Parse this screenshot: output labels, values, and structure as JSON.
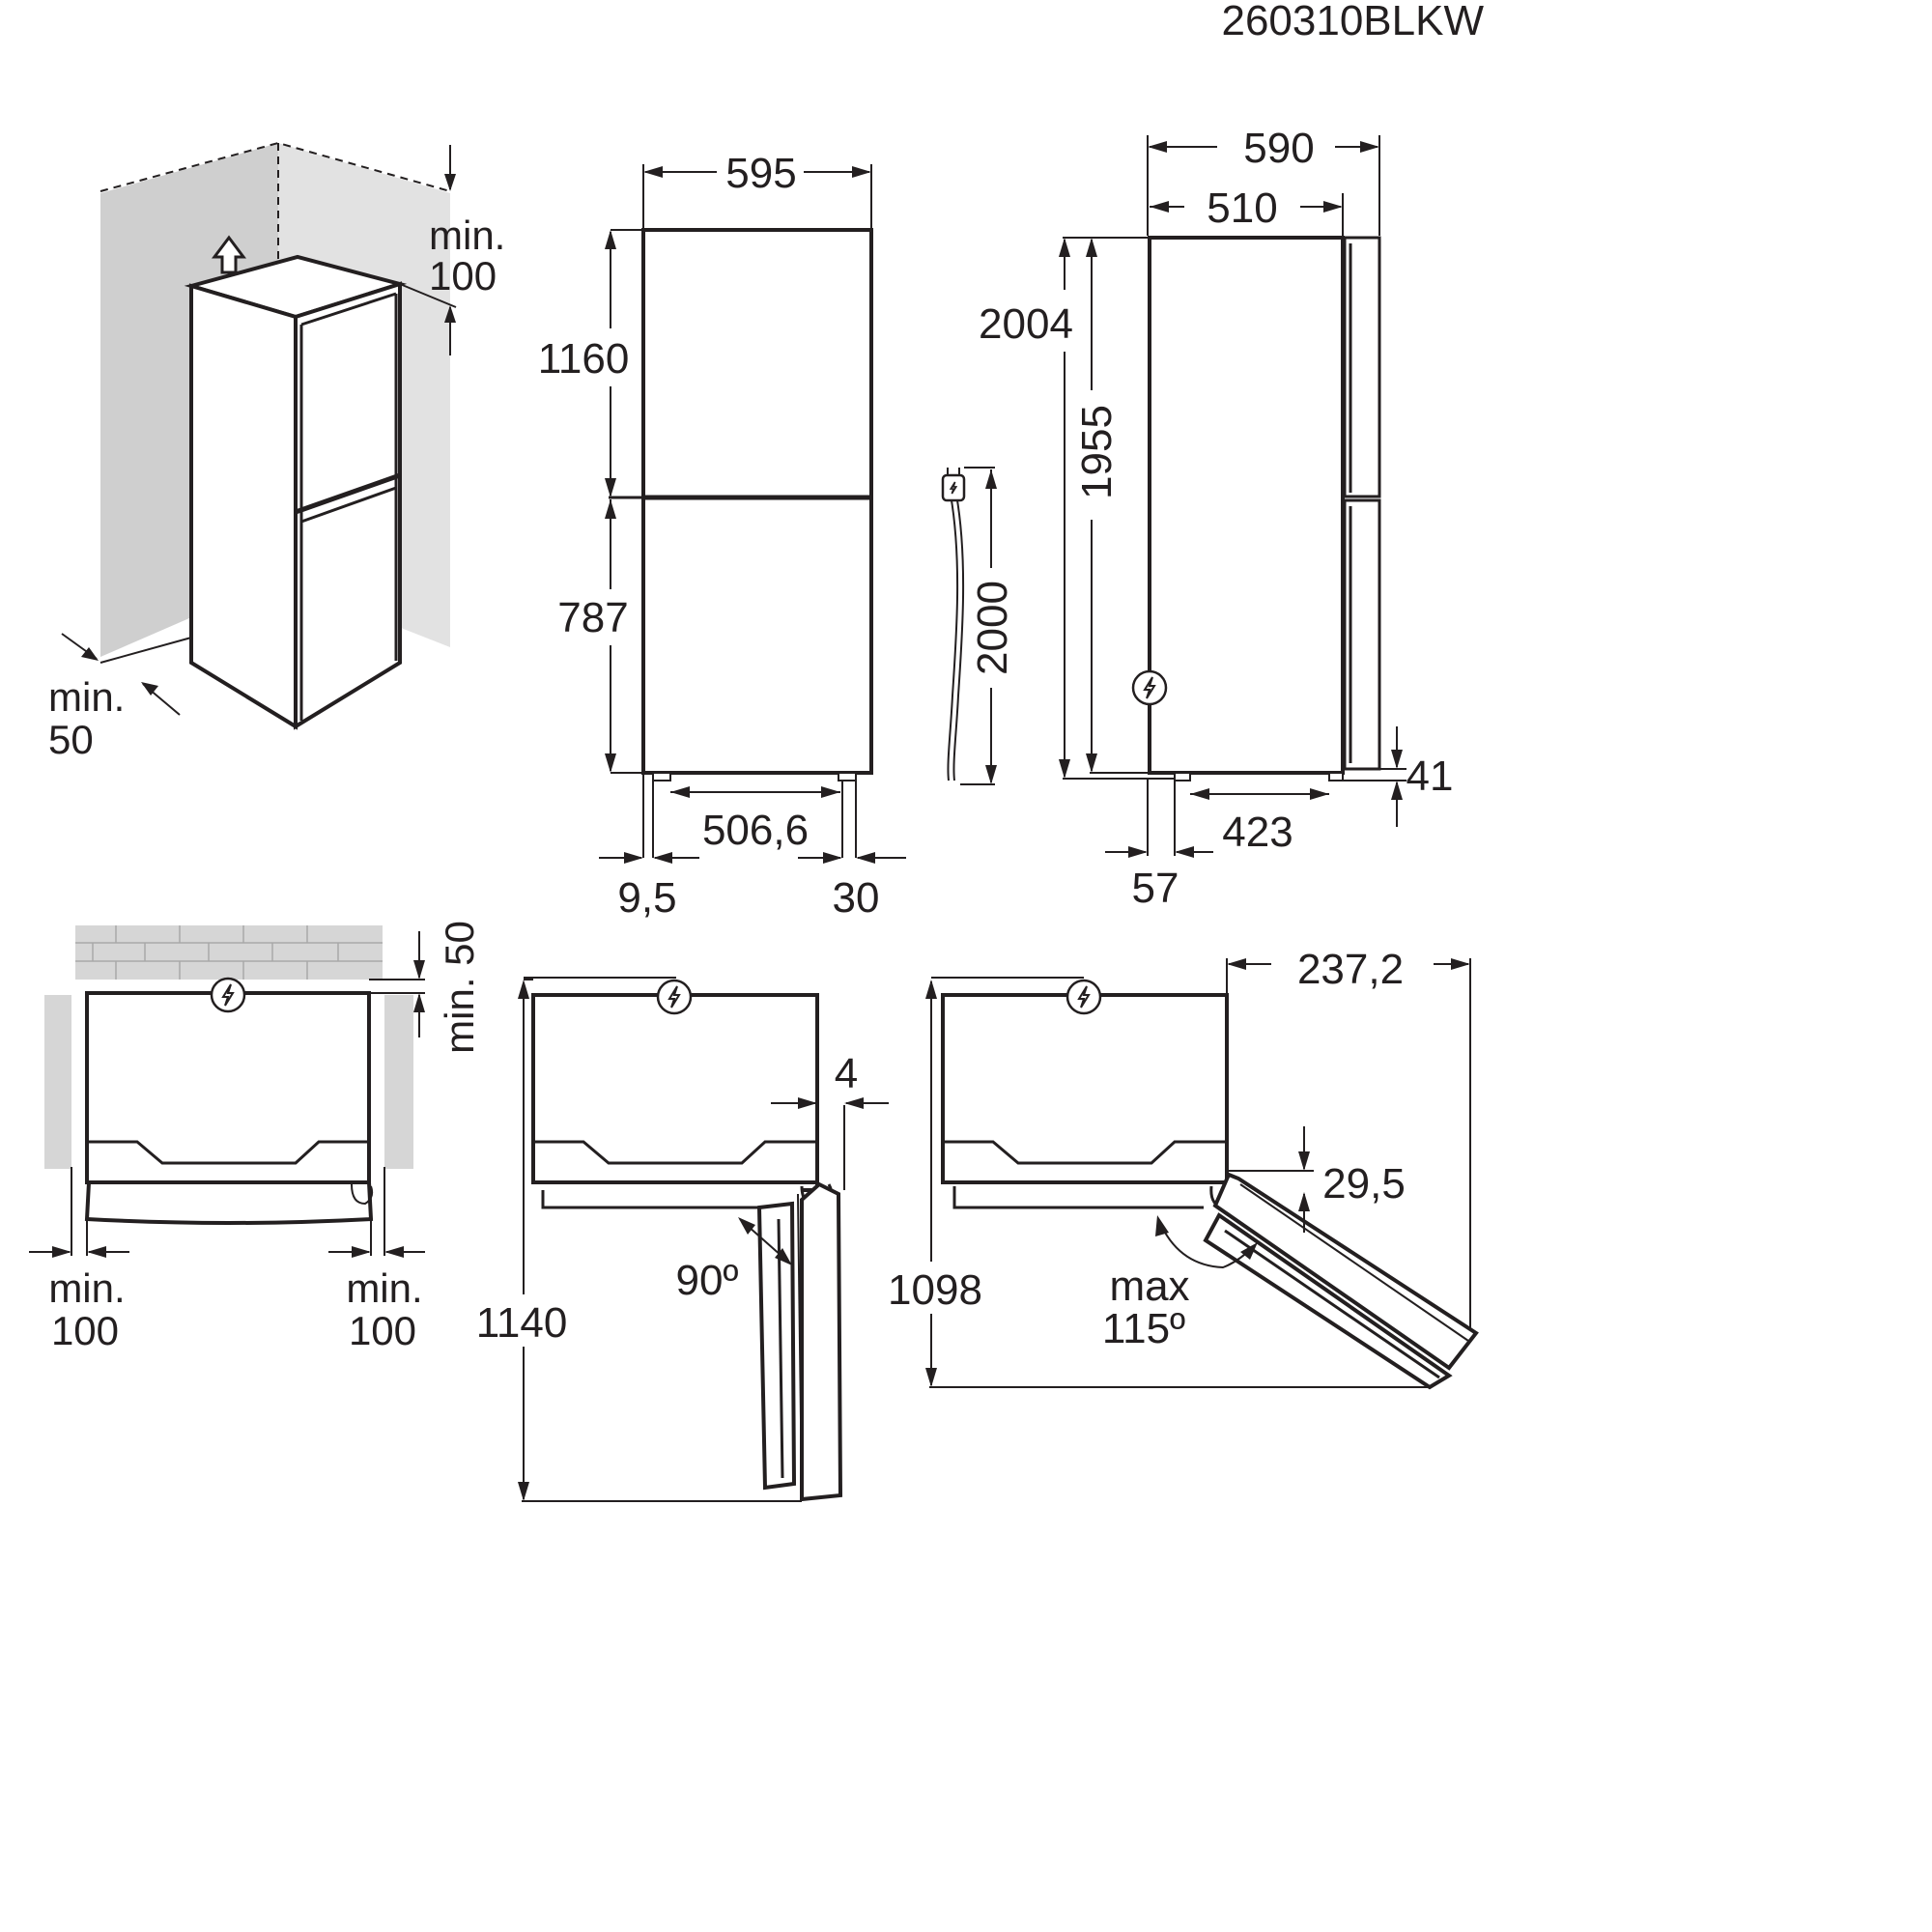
{
  "product_code": "260310BLKW",
  "icons": {
    "power": "power-plug-icon",
    "arrow": "up-arrow-icon"
  },
  "views": {
    "installation": {
      "top_clearance_line1": "min.",
      "top_clearance_line2": "100",
      "side_clearance_line1": "min.",
      "side_clearance_line2": "50"
    },
    "front": {
      "width": "595",
      "upper_height": "1160",
      "lower_height": "787",
      "feet_span": "506,6",
      "left_offset": "9,5",
      "right_offset": "30"
    },
    "cable": {
      "length": "2000"
    },
    "side": {
      "depth_total": "590",
      "depth_body": "510",
      "height_total": "2004",
      "height_body": "1955",
      "foot_height": "41",
      "feet_span": "423",
      "rear_offset": "57"
    },
    "top_clearance": {
      "rear": "min. 50",
      "left_line1": "min.",
      "left_line2": "100",
      "right_line1": "min.",
      "right_line2": "100"
    },
    "door_90": {
      "depth_open": "1140",
      "gap": "4",
      "angle": "90º"
    },
    "door_115": {
      "depth_open": "1098",
      "width_extra": "237,2",
      "offset": "29,5",
      "angle_line1": "max",
      "angle_line2": "115º"
    }
  }
}
